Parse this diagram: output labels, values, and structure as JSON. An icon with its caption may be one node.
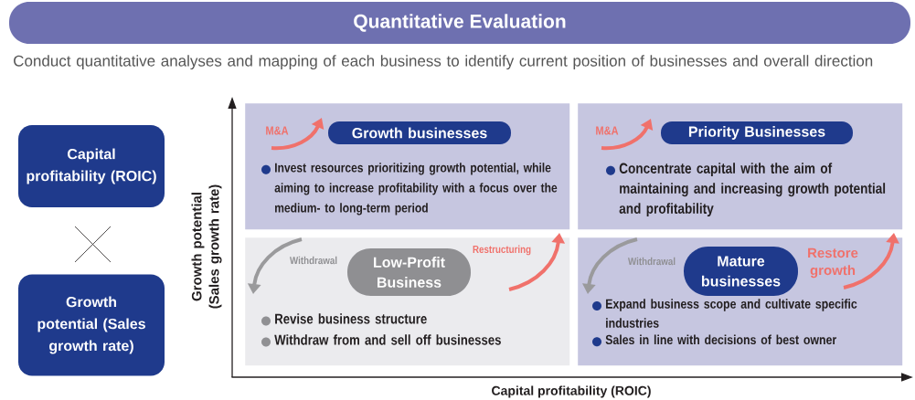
{
  "diagram": {
    "title": "Quantitative Evaluation",
    "nodes": [
      {
        "text": [
          "Capital profitability (ROIC)"
        ]
      },
      {
        "text": [
          "Growth potential (Sales growth rate)"
        ]
      },
      {
        "text": [
          "Invest resources prioritizing growth potential, while aiming to increase profitability with a focus over the medium- to long-term period"
        ]
      },
      {
        "text": [
          "Growth businesses"
        ],
        "in": 2
      },
      {
        "text": [
          "Concentrate capital with the aim of maintaining and increasing growth potential and profitability"
        ]
      },
      {
        "text": [
          "Priority Businesses"
        ],
        "in": 4
      },
      {
        "text": [
          "Revise business structure",
          "Withdraw from and sell off businesses"
        ]
      },
      {
        "text": [
          "Low-Profit Business"
        ],
        "in": 6
      },
      {
        "text": [
          "Expand business scope and cultivate specific industries",
          "Sales in line with decisions of best owner"
        ]
      },
      {
        "text": [
          "Mature businesses"
        ],
        "in": 8
      }
    ],
    "labels": [
      "Conduct quantitative analyses and mapping of each business to identify current position of businesses and overall direction",
      "M&A",
      "M&A",
      "Withdrawal",
      "Restructuring",
      "Withdrawal",
      "Restore growth",
      "Growth potential (Sales growth rate)",
      "Capital profitability (ROIC)"
    ]
  }
}
